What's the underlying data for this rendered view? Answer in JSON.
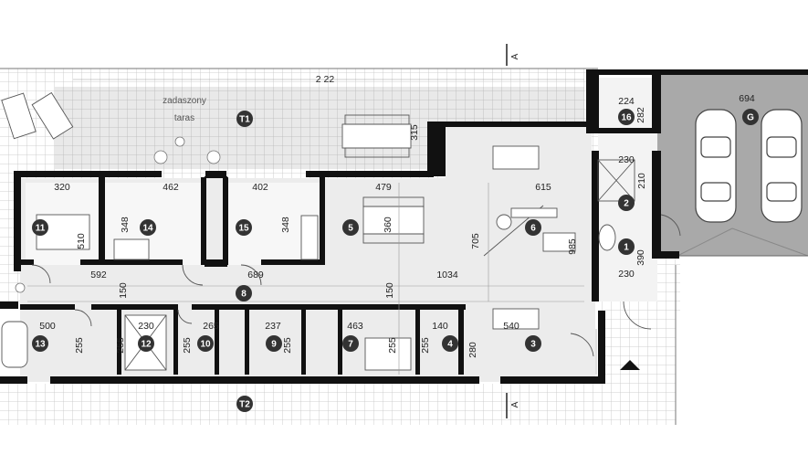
{
  "terrace": {
    "label_line1": "zadaszony",
    "label_line2": "taras",
    "dim_width": "2 22",
    "dim_depth": "315"
  },
  "section_marks": {
    "top": "A",
    "bottom": "A"
  },
  "garage": {
    "width": "694"
  },
  "rooms": [
    {
      "num": "1"
    },
    {
      "num": "2"
    },
    {
      "num": "3"
    },
    {
      "num": "4"
    },
    {
      "num": "5"
    },
    {
      "num": "6"
    },
    {
      "num": "7"
    },
    {
      "num": "8"
    },
    {
      "num": "9"
    },
    {
      "num": "10"
    },
    {
      "num": "11"
    },
    {
      "num": "12"
    },
    {
      "num": "13"
    },
    {
      "num": "14"
    },
    {
      "num": "15"
    },
    {
      "num": "16"
    },
    {
      "num": "G"
    },
    {
      "num": "T1"
    },
    {
      "num": "T2"
    }
  ],
  "dimensions": [
    "320",
    "462",
    "402",
    "479",
    "615",
    "224",
    "282",
    "230",
    "210",
    "348",
    "348",
    "360",
    "705",
    "985",
    "510",
    "390",
    "230",
    "592",
    "689",
    "1034",
    "150",
    "150",
    "500",
    "230",
    "265",
    "237",
    "463",
    "140",
    "540",
    "255",
    "255",
    "255",
    "255",
    "255",
    "255",
    "280"
  ]
}
